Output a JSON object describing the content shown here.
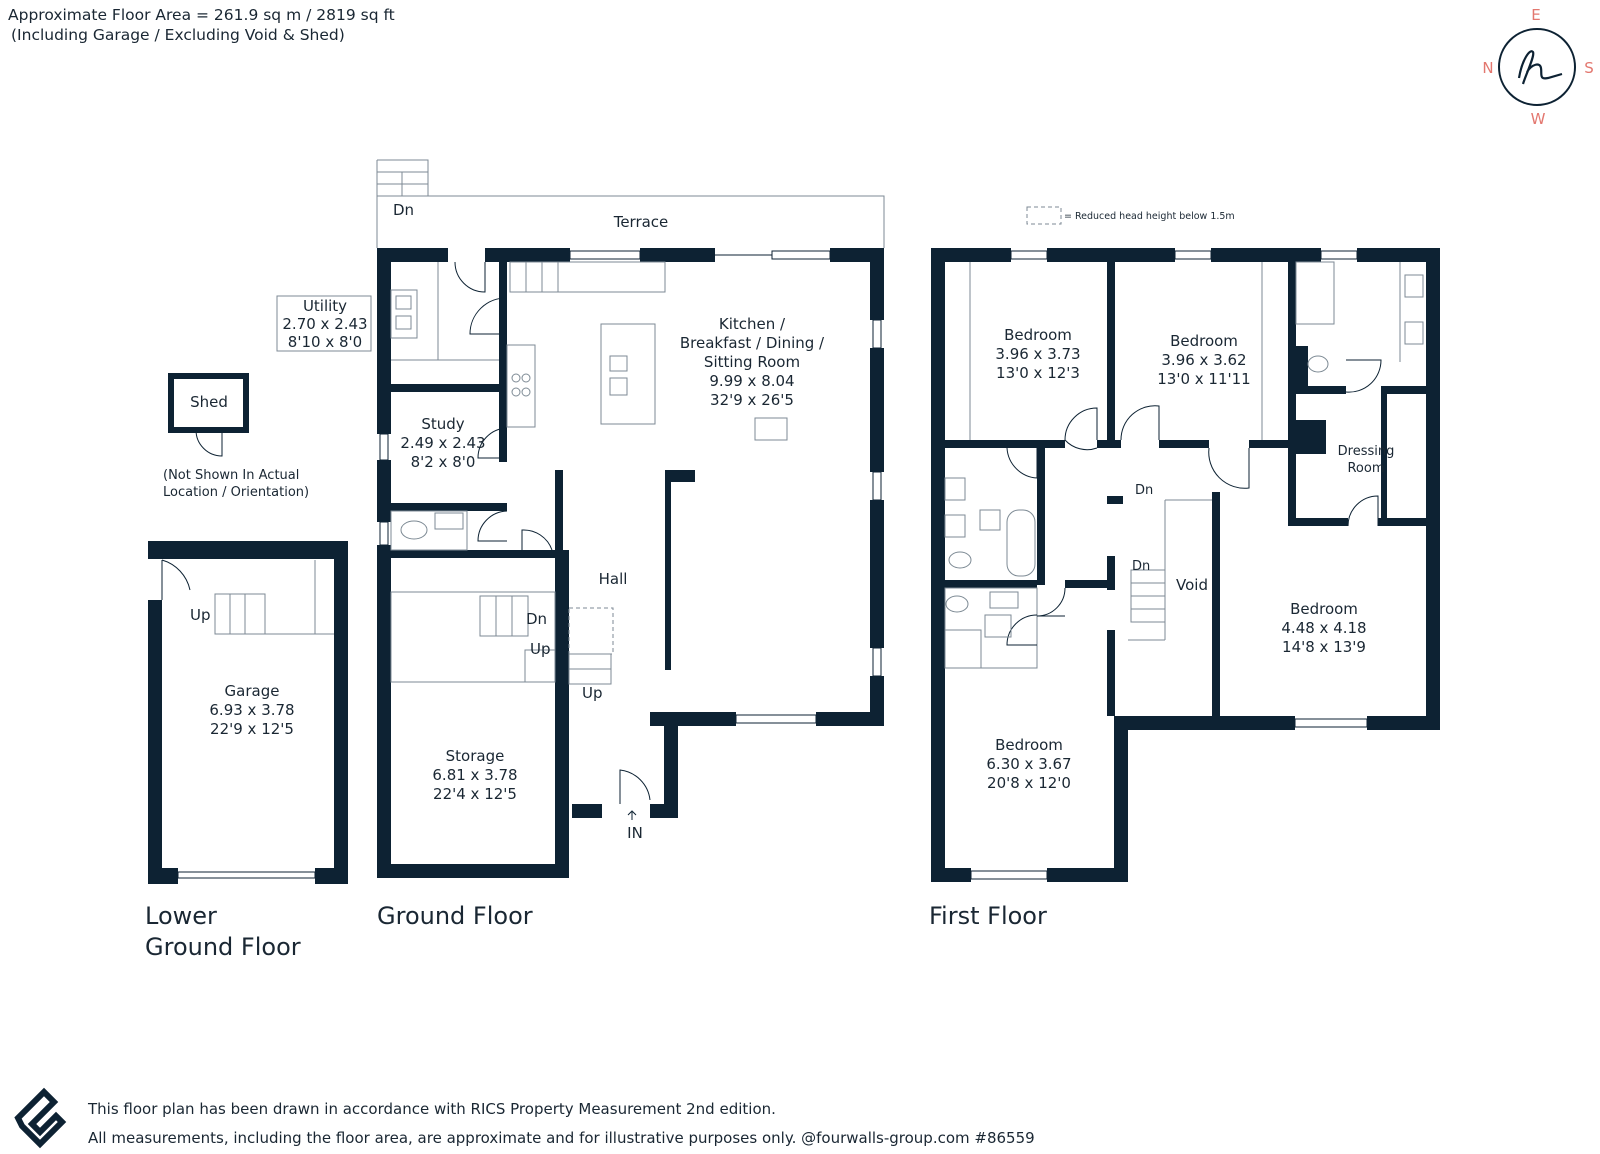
{
  "header": {
    "area_line1": "Approximate Floor Area = 261.9 sq m / 2819 sq ft",
    "area_line2": "(Including Garage / Excluding  Void & Shed)"
  },
  "compass": {
    "n": "N",
    "e": "E",
    "s": "S",
    "w": "W",
    "logo_letter": "h"
  },
  "legend": {
    "text": "= Reduced head height below 1.5m"
  },
  "floors": {
    "lower_ground": {
      "line1": "Lower",
      "line2": "Ground Floor"
    },
    "ground": "Ground Floor",
    "first": "First Floor"
  },
  "rooms": {
    "terrace": "Terrace",
    "terrace_dn": "Dn",
    "utility": {
      "name": "Utility",
      "metric": "2.70 x 2.43",
      "imperial": "8'10 x 8'0"
    },
    "shed": {
      "name": "Shed",
      "note1": "(Not Shown In Actual",
      "note2": "Location / Orientation)"
    },
    "garage": {
      "name": "Garage",
      "metric": "6.93 x 3.78",
      "imperial": "22'9 x 12'5",
      "up": "Up"
    },
    "kitchen": {
      "line1": "Kitchen /",
      "line2": "Breakfast / Dining /",
      "line3": "Sitting Room",
      "metric": "9.99 x 8.04",
      "imperial": "32'9 x 26'5"
    },
    "study": {
      "name": "Study",
      "metric": "2.49 x 2.43",
      "imperial": "8'2 x 8'0"
    },
    "hall": "Hall",
    "storage": {
      "name": "Storage",
      "metric": "6.81 x 3.78",
      "imperial": "22'4 x 12'5"
    },
    "stairs_dn": "Dn",
    "stairs_up": "Up",
    "stairs_up2": "Up",
    "entrance": "IN",
    "bedroom1": {
      "name": "Bedroom",
      "metric": "3.96 x 3.73",
      "imperial": "13'0 x 12'3"
    },
    "bedroom2": {
      "name": "Bedroom",
      "metric": "3.96 x 3.62",
      "imperial": "13'0 x 11'11"
    },
    "dressing": {
      "line1": "Dressing",
      "line2": "Room"
    },
    "bedroom3": {
      "name": "Bedroom",
      "metric": "4.48 x 4.18",
      "imperial": "14'8 x 13'9"
    },
    "bedroom4": {
      "name": "Bedroom",
      "metric": "6.30 x 3.67",
      "imperial": "20'8 x 12'0"
    },
    "void": "Void",
    "first_dn1": "Dn",
    "first_dn2": "Dn"
  },
  "footer": {
    "line1": "This floor plan has been drawn in accordance with RICS Property Measurement 2nd edition.",
    "line2": "All measurements, including the floor area, are approximate and for illustrative purposes only. @fourwalls-group.com #86559"
  },
  "colors": {
    "wall": "#0d2233",
    "compass": "#e3776f",
    "text": "#1a2733"
  }
}
